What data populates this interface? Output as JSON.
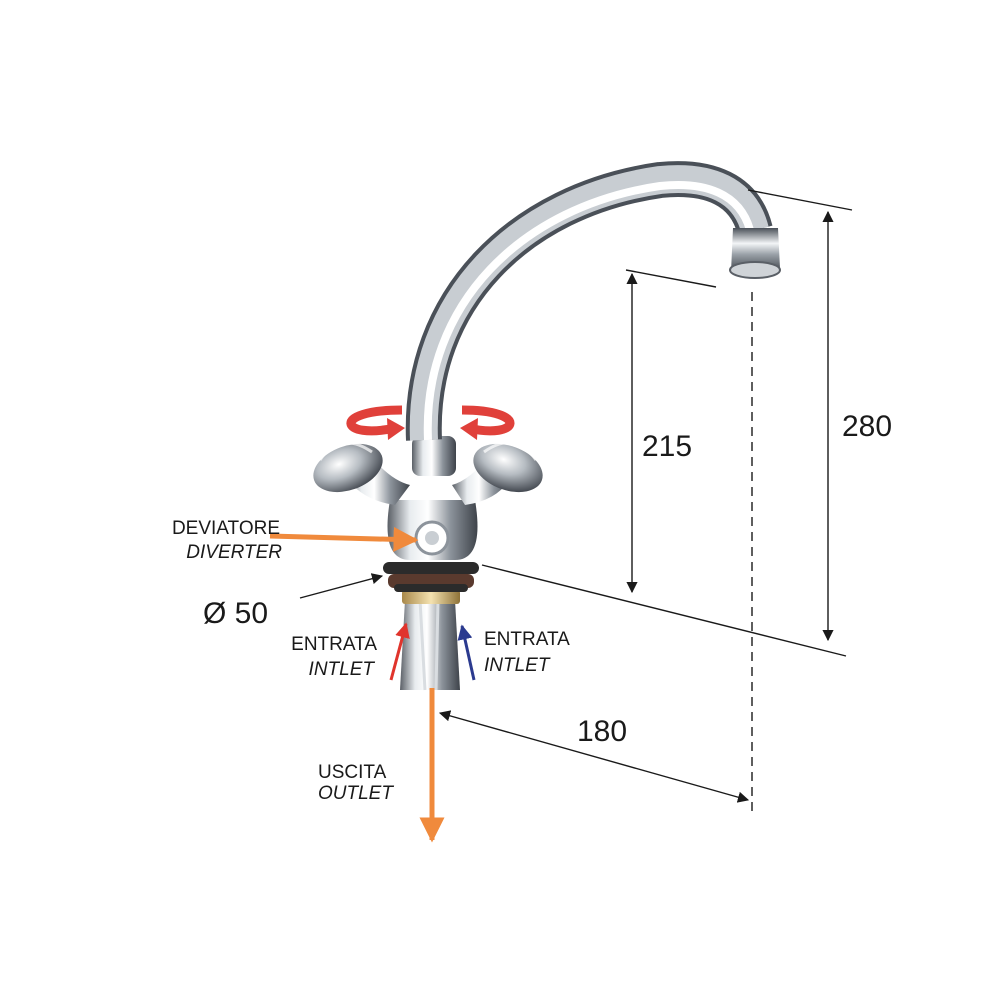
{
  "dimensions": {
    "spout_height": "215",
    "total_height": "280",
    "spout_reach": "180",
    "base_diameter": "Ø 50"
  },
  "labels": {
    "diverter_it": "DEVIATORE",
    "diverter_en": "DIVERTER",
    "inlet_it": "ENTRATA",
    "inlet_en": "INTLET",
    "outlet_it": "USCITA",
    "outlet_en": "OUTLET"
  },
  "colors": {
    "diverter_arrow": "#f08a3c",
    "outlet_arrow": "#f08a3c",
    "hot_inlet_arrow": "#e0342c",
    "cold_inlet_arrow": "#2b3a8f",
    "rotation_arrow": "#e0403a",
    "dimension_line": "#1a1a1a"
  },
  "icons": {
    "rotation": "swivel-rotation-arrows-icon",
    "faucet": "mixer-tap-icon"
  }
}
